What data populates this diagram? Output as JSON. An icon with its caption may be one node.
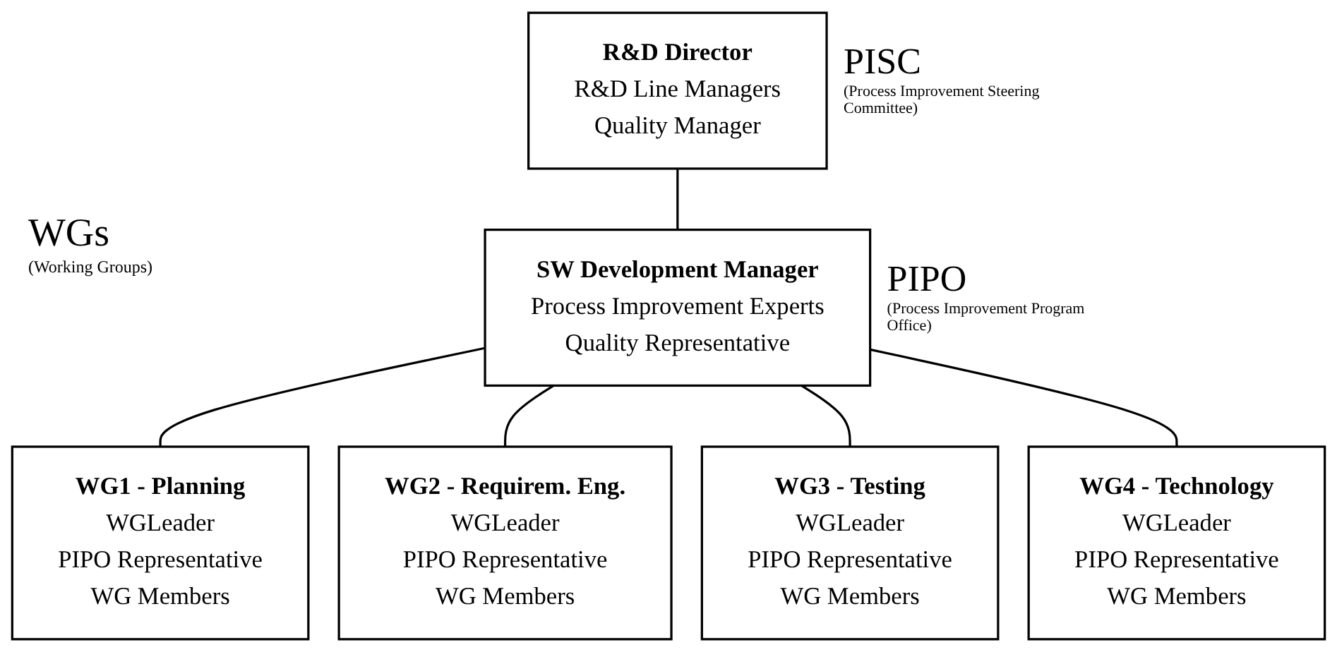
{
  "diagram": {
    "nodes": [
      {
        "text": [
          "R&D Director",
          "R&D Line Managers",
          "Quality Manager"
        ],
        "beside": [
          "PISC",
          "(Process Improvement Steering Committee)"
        ]
      },
      {
        "text": [
          "SW Development Manager",
          "Process Improvement Experts",
          "Quality Representative"
        ],
        "beside": [
          "PIPO",
          "(Process Improvement Program Office)"
        ]
      },
      {
        "text": [
          "WG1 - Planning",
          "WGLeader",
          "PIPO Representative",
          "WG Members"
        ]
      },
      {
        "text": [
          "WG2 - Requirem. Eng.",
          "WGLeader",
          "PIPO Representative",
          "WG Members"
        ]
      },
      {
        "text": [
          "WG3 - Testing",
          "WGLeader",
          "PIPO Representative",
          "WG Members"
        ]
      },
      {
        "text": [
          "WG4 - Technology",
          "WGLeader",
          "PIPO Representative",
          "WG Members"
        ]
      }
    ],
    "edges": [
      {
        "from": 0,
        "to": 1,
        "arrow": "none"
      },
      {
        "from": 1,
        "to": 2,
        "arrow": "none"
      },
      {
        "from": 1,
        "to": 3,
        "arrow": "none"
      },
      {
        "from": 1,
        "to": 4,
        "arrow": "none"
      },
      {
        "from": 1,
        "to": 5,
        "arrow": "none"
      }
    ],
    "labels": [
      "WGs",
      "(Working Groups)"
    ]
  }
}
